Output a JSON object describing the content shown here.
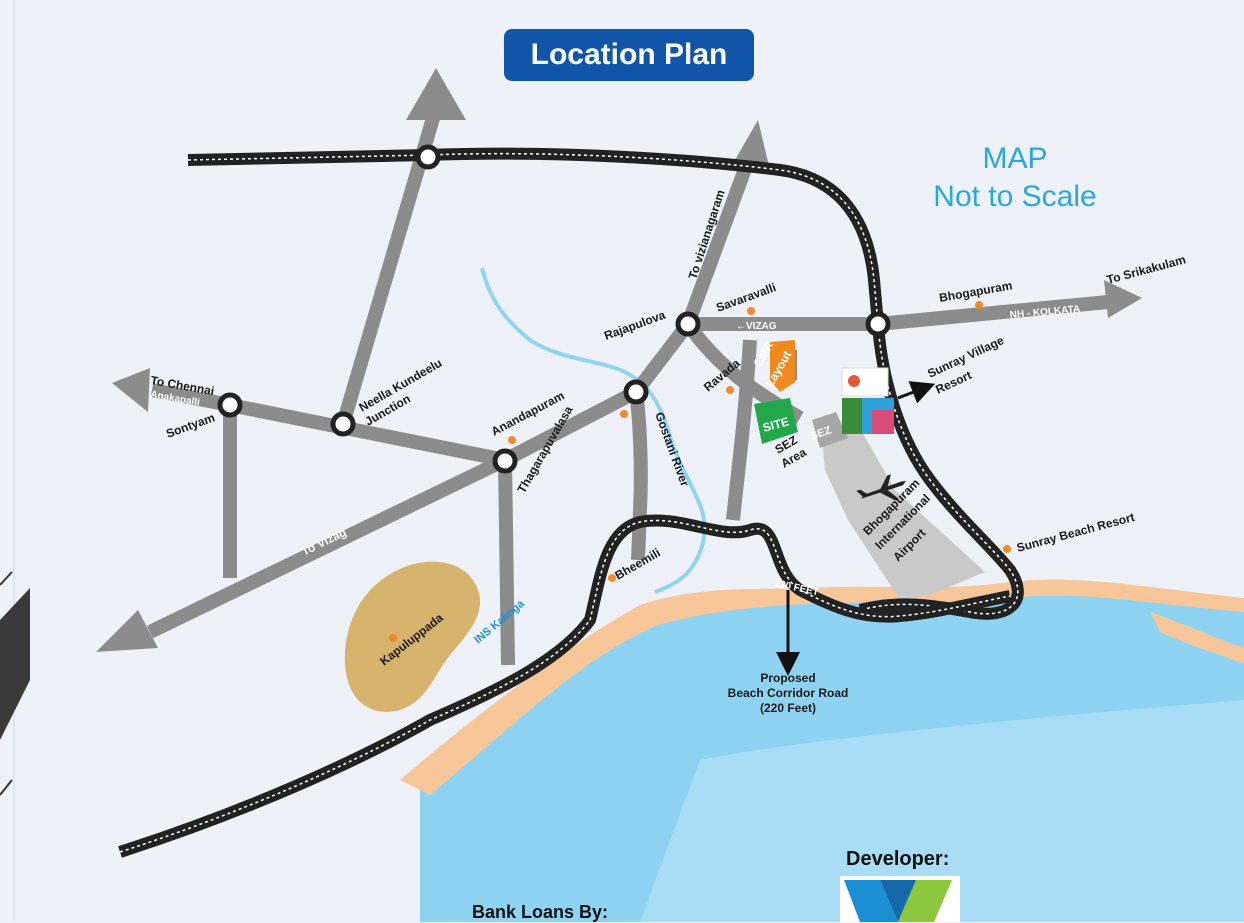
{
  "title": "Location Plan",
  "scale_note": {
    "line1": "MAP",
    "line2": "Not to Scale"
  },
  "footer": {
    "developer": "Developer:",
    "bank_loans": "Bank Loans By:"
  },
  "labels": {
    "to_chennai": "To Chennai",
    "anakapalli": "Anakapalli",
    "sontyam": "Sontyam",
    "neella_kundeelu_1": "Neella Kundeelu",
    "neella_kundeelu_2": "Junction",
    "anandapuram": "Anandapuram",
    "thagarapuvalasa": "Thagarapuvalasa",
    "gostani_river": "Gostani River",
    "rajapulova": "Rajapulova",
    "to_vizianagaram": "To vizianagaram",
    "savaravalli": "Savaravalli",
    "vizag_arrow": "←VIZAG",
    "bhogapuram": "Bhogapuram",
    "nh_kolkata": "NH - KOLKATA",
    "to_srikakulam": "To Srikakulam",
    "ravada": "Ravada",
    "cmr_1": "CMR",
    "cmr_2": "Layout",
    "site": "SITE",
    "sez": "SEZ",
    "sez_area_1": "SEZ",
    "sez_area_2": "Area",
    "sunray_village_1": "Sunray Village",
    "sunray_village_2": "Resort",
    "airport_1": "Bhogapuram",
    "airport_2": "International",
    "airport_3": "Airport",
    "sunray_beach": "Sunray Beach Resort",
    "to_vizag": "To Vizag",
    "kapuluppada": "Kapuluppada",
    "ins_kalinga": "INS Kalinga",
    "bheemili": "Bheemili",
    "feet_220": "220 FEET",
    "proposed_1": "Proposed",
    "proposed_2": "Beach Corridor Road",
    "proposed_3": "(220 Feet)"
  },
  "colors": {
    "title_bg": "#1155a8",
    "scale_note": "#2aa7dc",
    "road_grey": "#8c8c8c",
    "highway": "#222222",
    "sea": "#8ed3f1",
    "beach": "#f7c79a",
    "kapuluppada_hill": "#d6b46e",
    "site": "#22a84a",
    "cmr_layout": "#f08a1e",
    "town_dot": "#f08a2a",
    "river": "#8fd4f3"
  },
  "icons": [
    "airplane-icon",
    "resort-photo-icon",
    "junction-marker-icon",
    "developer-logo-icon"
  ]
}
